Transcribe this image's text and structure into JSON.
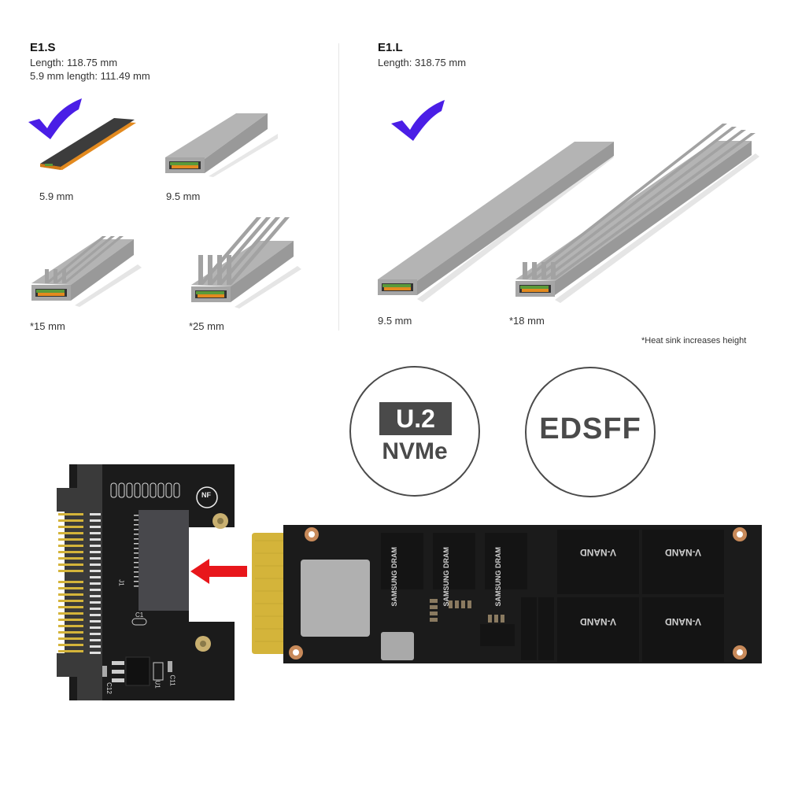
{
  "e1s": {
    "title": "E1.S",
    "length": "Length: 118.75 mm",
    "length_59": "5.9 mm length: 111.49 mm",
    "variants": [
      {
        "label": "5.9 mm",
        "checked": true
      },
      {
        "label": "9.5 mm",
        "checked": false
      },
      {
        "label": "*15 mm",
        "checked": false
      },
      {
        "label": "*25 mm",
        "checked": false
      }
    ]
  },
  "e1l": {
    "title": "E1.L",
    "length": "Length: 318.75 mm",
    "variants": [
      {
        "label": "9.5 mm",
        "checked": true
      },
      {
        "label": "*18 mm",
        "checked": false
      }
    ],
    "footnote": "*Heat sink increases height"
  },
  "badges": {
    "u2_top": "U.2",
    "u2_bottom": "NVMe",
    "edsff": "EDSFF"
  },
  "adapter": {
    "logo": "NF",
    "connector_label": "J1",
    "silkscreen": [
      "C1",
      "C11",
      "C12",
      "U1"
    ]
  },
  "ssd": {
    "dram_label": "SAMSUNG DRAM",
    "nand_label": "V-NAND"
  },
  "colors": {
    "check": "#4a1ee6",
    "arrow": "#e8161b",
    "gray_metal": "#a9a9a9",
    "pcb": "#1b1b1b",
    "gold": "#d4b43a",
    "badge_gray": "#4a4a4a"
  }
}
